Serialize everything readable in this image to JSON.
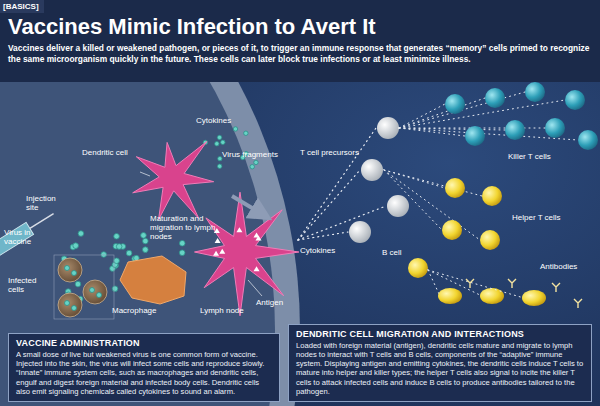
{
  "diagram": {
    "title": "Vaccines Mimic Infection to Avert It",
    "nodes": [
      {
        "text": [
          "VACCINE ADMINISTRATION",
          "A small dose of live but weakened virus is one common form of vaccine. Injected into the skin, the virus will infect some cells and reproduce slowly. “Innate” immune system cells, such as macrophages and dendritic cells, engulf and digest foreign material and infected body cells. Dendritic cells also emit signaling chemicals called cytokines to sound an alarm."
        ]
      },
      {
        "text": [
          "DENDRITIC CELL MIGRATION AND INTERACTIONS",
          "Loaded with foreign material (antigen), dendritic cells mature and migrate to lymph nodes to interact with T cells and B cells, components of the “adaptive” immune system. Displaying antigen and emitting cytokines, the dendritic cells induce T cells to mature into helper and killer types; the helper T cells also signal to incite the killer T cells to attack infected cells and induce B cells to produce antibodies tailored to the pathogen."
        ]
      }
    ],
    "labels": [
      "[BASICS]",
      "Vaccines deliver a killed or weakened pathogen, or pieces of it, to trigger an immune response that generates “memory” cells primed to recognize the same microorganism quickly in the future. These cells can later block true infections or at least minimize illness.",
      "Injection site",
      "Virus in vaccine",
      "Infected cells",
      "Macrophage",
      "Dendritic cell",
      "Cytokines",
      "Virus fragments",
      "Maturation and migration to lymph nodes",
      "Lymph node",
      "T cell precursors",
      "Killer T cells",
      "Helper T cells",
      "B cell",
      "Antibodies",
      "Cytokines",
      "Antigen"
    ]
  }
}
